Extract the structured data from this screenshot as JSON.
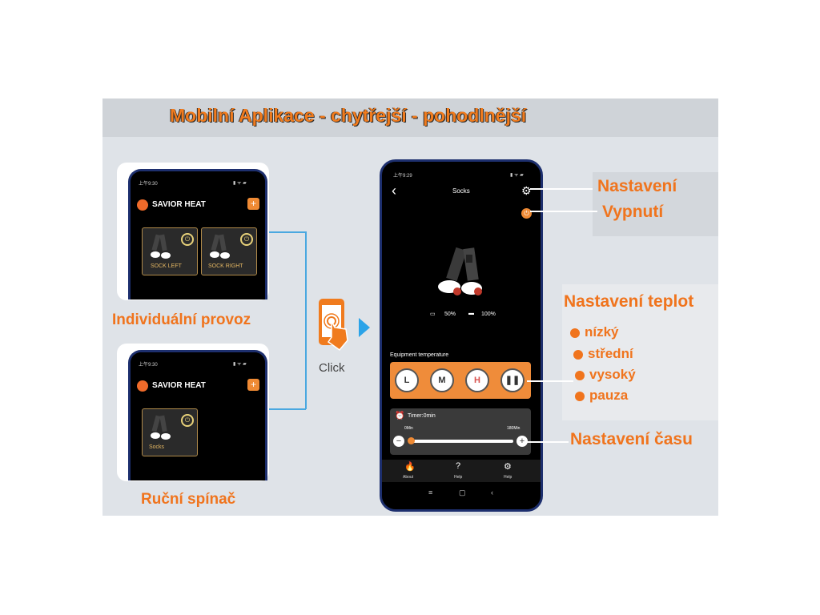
{
  "header": {
    "title": "Mobilní Aplikace  - chytřejší - pohodlnější"
  },
  "left_phone_top": {
    "status_time": "上午9:30",
    "brand": "SAVIOR HEAT",
    "tiles": [
      {
        "label": "SOCK LEFT"
      },
      {
        "label": "SOCK RIGHT"
      }
    ],
    "caption": "Individuální provoz"
  },
  "left_phone_bottom": {
    "status_time": "上午9:30",
    "brand": "SAVIOR HEAT",
    "tiles": [
      {
        "label": "Socks"
      }
    ],
    "caption": "Ruční spínač"
  },
  "middle": {
    "click_label": "Click"
  },
  "main_phone": {
    "status_time": "上午9:29",
    "title": "Socks",
    "battery_left": "50%",
    "battery_right": "100%",
    "temp_label": "Equipment temperature",
    "temp_buttons": [
      "L",
      "M",
      "H"
    ],
    "timer_label": "Timer:0min",
    "timer_min": "0Min",
    "timer_max": "180Min",
    "nav": [
      {
        "label": "About",
        "icon": "flame-icon"
      },
      {
        "label": "Help",
        "icon": "question-icon"
      },
      {
        "label": "Help",
        "icon": "gear-icon"
      }
    ]
  },
  "annotations": {
    "settings": "Nastavení",
    "power_off": "Vypnutí",
    "temp_settings": "Nastavení teplot",
    "levels": [
      "nízký",
      "střední",
      "vysoký",
      "pauza"
    ],
    "time_settings": "Nastavení času"
  },
  "colors": {
    "accent": "#f0741d",
    "phone_frame": "#1d2f6e",
    "line": "#4aa8e0"
  }
}
